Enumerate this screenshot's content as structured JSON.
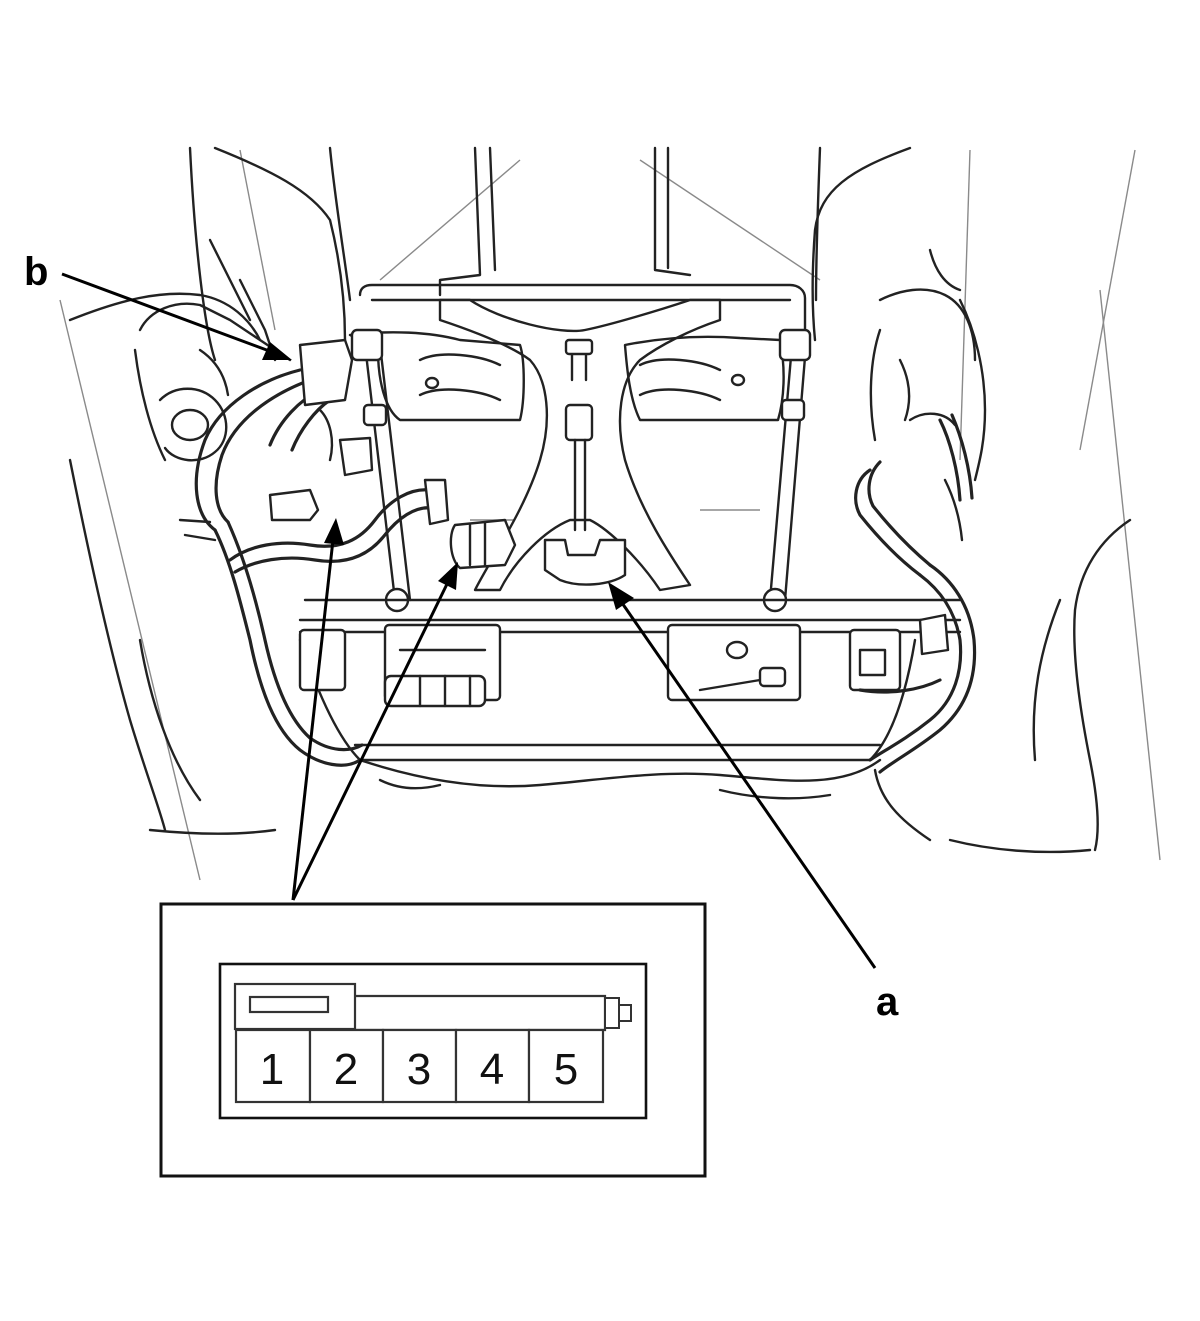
{
  "callouts": {
    "a": "a",
    "b": "b"
  },
  "connector": {
    "pins": [
      "1",
      "2",
      "3",
      "4",
      "5"
    ]
  }
}
